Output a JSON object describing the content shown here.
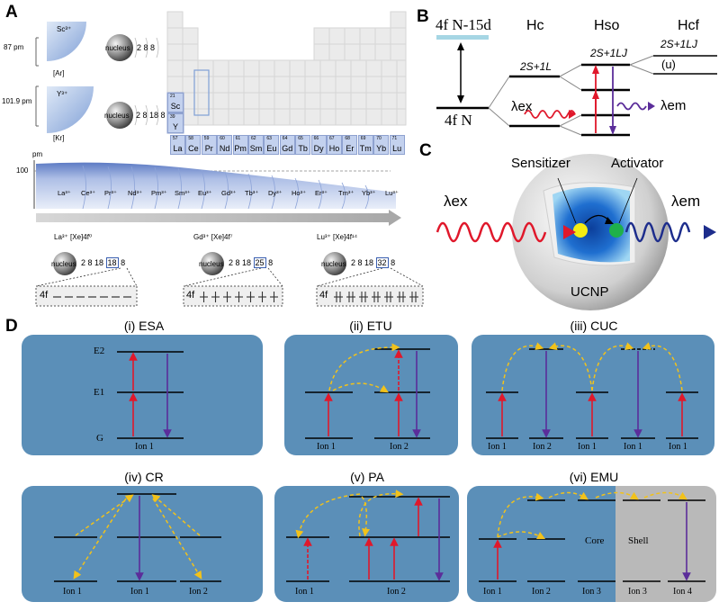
{
  "panel_labels": {
    "a": "A",
    "b": "B",
    "c": "C",
    "d": "D"
  },
  "panel_a": {
    "sc_radius": "87 pm",
    "y_radius": "101.9 pm",
    "sc_ion": "Sc³⁺",
    "y_ion": "Y³⁺",
    "sc_config": "[Ar]",
    "y_config": "[Kr]",
    "nucleus": "nucleus",
    "sc_shells": "2 8 8",
    "y_shells": "2 8 18 8",
    "sc_cell": {
      "z": "21",
      "s": "Sc"
    },
    "y_cell": {
      "z": "39",
      "s": "Y"
    },
    "lanthanides": [
      {
        "z": "57",
        "s": "La"
      },
      {
        "z": "58",
        "s": "Ce"
      },
      {
        "z": "59",
        "s": "Pr"
      },
      {
        "z": "60",
        "s": "Nd"
      },
      {
        "z": "61",
        "s": "Pm"
      },
      {
        "z": "62",
        "s": "Sm"
      },
      {
        "z": "63",
        "s": "Eu"
      },
      {
        "z": "64",
        "s": "Gd"
      },
      {
        "z": "65",
        "s": "Tb"
      },
      {
        "z": "66",
        "s": "Dy"
      },
      {
        "z": "67",
        "s": "Ho"
      },
      {
        "z": "68",
        "s": "Er"
      },
      {
        "z": "69",
        "s": "Tm"
      },
      {
        "z": "70",
        "s": "Yb"
      },
      {
        "z": "71",
        "s": "Lu"
      }
    ],
    "pm_axis": "pm",
    "pm_tick": "100",
    "ions": [
      "La³⁺",
      "Ce³⁺",
      "Pr³⁺",
      "Nd³⁺",
      "Pm³⁺",
      "Sm³⁺",
      "Eu³⁺",
      "Gd³⁺",
      "Tb³⁺",
      "Dy³⁺",
      "Ho³⁺",
      "Er³⁺",
      "Tm³⁺",
      "Yb³⁺",
      "Lu³⁺"
    ],
    "configs": [
      {
        "ion": "La³⁺ [Xe]4f⁰",
        "shells_pre": "2 8 18",
        "shell_box": "18",
        "shells_post": "8",
        "orbital": "4f"
      },
      {
        "ion": "Gd³⁺ [Xe]4f⁷",
        "shells_pre": "2 8 18",
        "shell_box": "25",
        "shells_post": "8",
        "orbital": "4f"
      },
      {
        "ion": "Lu³⁺ [Xe]4f¹⁴",
        "shells_pre": "2 8 18",
        "shell_box": "32",
        "shells_post": "8",
        "orbital": "4f"
      }
    ]
  },
  "panel_b": {
    "upper_level": "4f N-15d",
    "ground_level": "4f N",
    "hc": "Hc",
    "hso": "Hso",
    "hcf": "Hcf",
    "term_hc": "2S+1L",
    "term_hso": "2S+1LJ",
    "term_hcf": "2S+1LJ",
    "u_label": "(u)",
    "lambda_ex": "λex",
    "lambda_em": "λem"
  },
  "panel_c": {
    "sensitizer": "Sensitizer",
    "activator": "Activator",
    "lambda_ex": "λex",
    "lambda_em": "λem",
    "ucnp": "UCNP"
  },
  "panel_d": {
    "titles": [
      "(i) ESA",
      "(ii) ETU",
      "(iii) CUC",
      "(iv) CR",
      "(v) PA",
      "(vi) EMU"
    ],
    "esa_levels": [
      "E2",
      "E1",
      "G"
    ],
    "esa_ions": [
      "Ion 1"
    ],
    "etu_ions": [
      "Ion 1",
      "Ion 2"
    ],
    "cuc_ions": [
      "Ion 1",
      "Ion 2",
      "Ion 1",
      "Ion 1",
      "Ion 1"
    ],
    "cr_ions": [
      "Ion 1",
      "Ion 1",
      "Ion 2"
    ],
    "pa_ions": [
      "Ion 1",
      "Ion 2"
    ],
    "emu_ions": [
      "Ion 1",
      "Ion 2",
      "Ion 3",
      "Ion 3",
      "Ion 4"
    ],
    "emu_core": "Core",
    "emu_shell": "Shell"
  },
  "colors": {
    "panel_blue": "#5b8fb8",
    "shell_gray": "#b9b9b9",
    "red_arrow": "#e0182b",
    "purple_arrow": "#5b2d9a",
    "dashed_yellow": "#f2c21a",
    "lanthanide_cell": "#c3d1ee"
  }
}
